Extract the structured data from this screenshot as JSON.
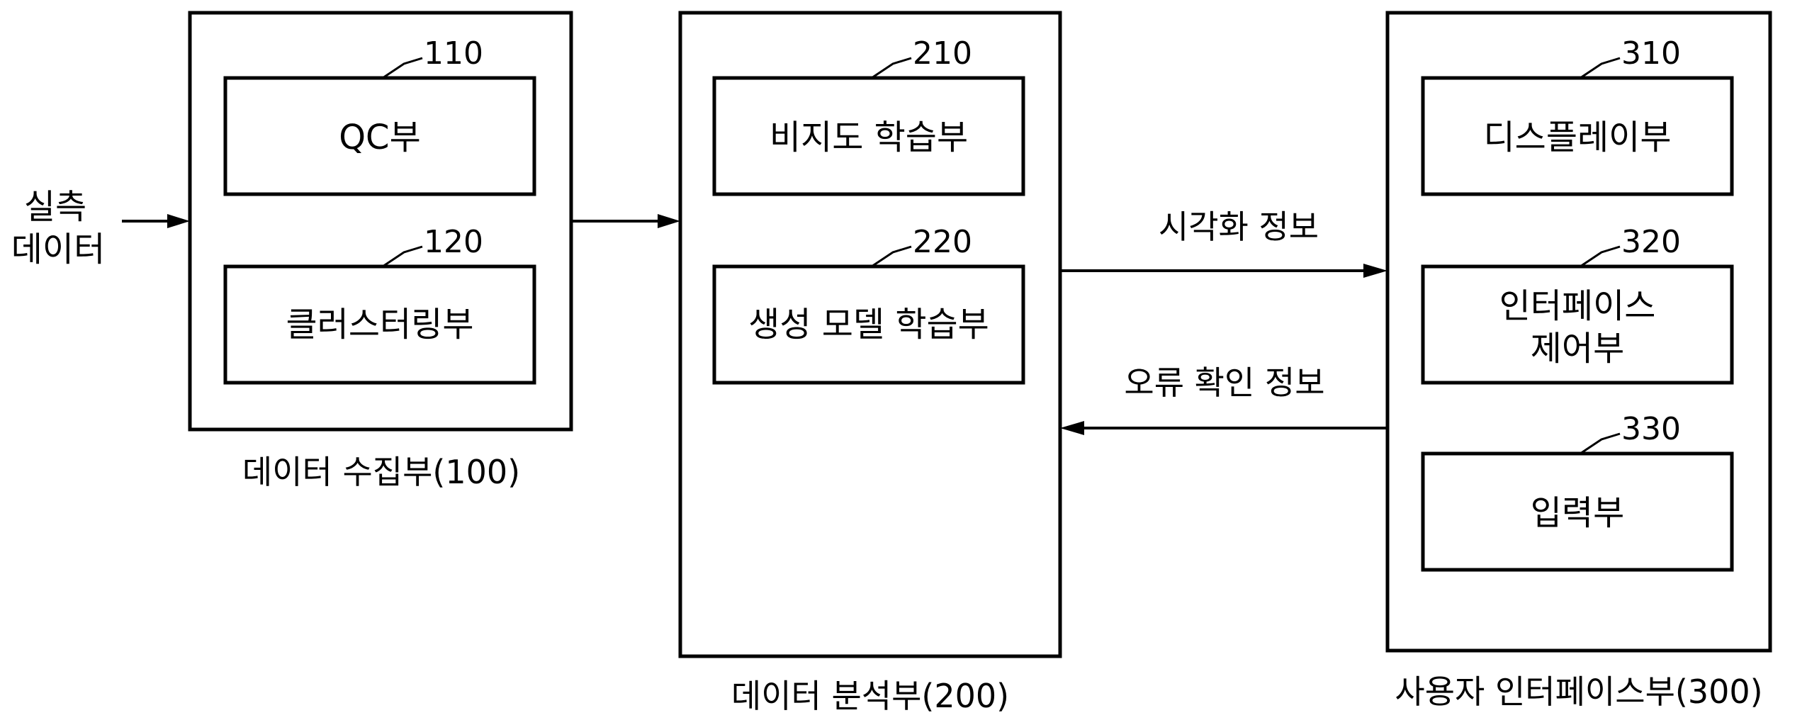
{
  "input": {
    "line1": "실측",
    "line2": "데이터"
  },
  "modules": {
    "collection": {
      "caption": "데이터 수집부(100)",
      "units": {
        "qc": {
          "ref": "110",
          "label": "QC부"
        },
        "clustering": {
          "ref": "120",
          "label": "클러스터링부"
        }
      }
    },
    "analysis": {
      "caption": "데이터  분석부(200)",
      "units": {
        "unsupervised": {
          "ref": "210",
          "label": "비지도 학습부"
        },
        "generative": {
          "ref": "220",
          "label": "생성 모델 학습부"
        }
      }
    },
    "ui": {
      "caption": "사용자 인터페이스부(300)",
      "units": {
        "display": {
          "ref": "310",
          "label": "디스플레이부"
        },
        "interface_control": {
          "ref": "320",
          "line1": "인터페이스",
          "line2": "제어부"
        },
        "input_unit": {
          "ref": "330",
          "label": "입력부"
        }
      }
    }
  },
  "flows": {
    "visualization": "시각화 정보",
    "error_check": "오류 확인 정보"
  }
}
